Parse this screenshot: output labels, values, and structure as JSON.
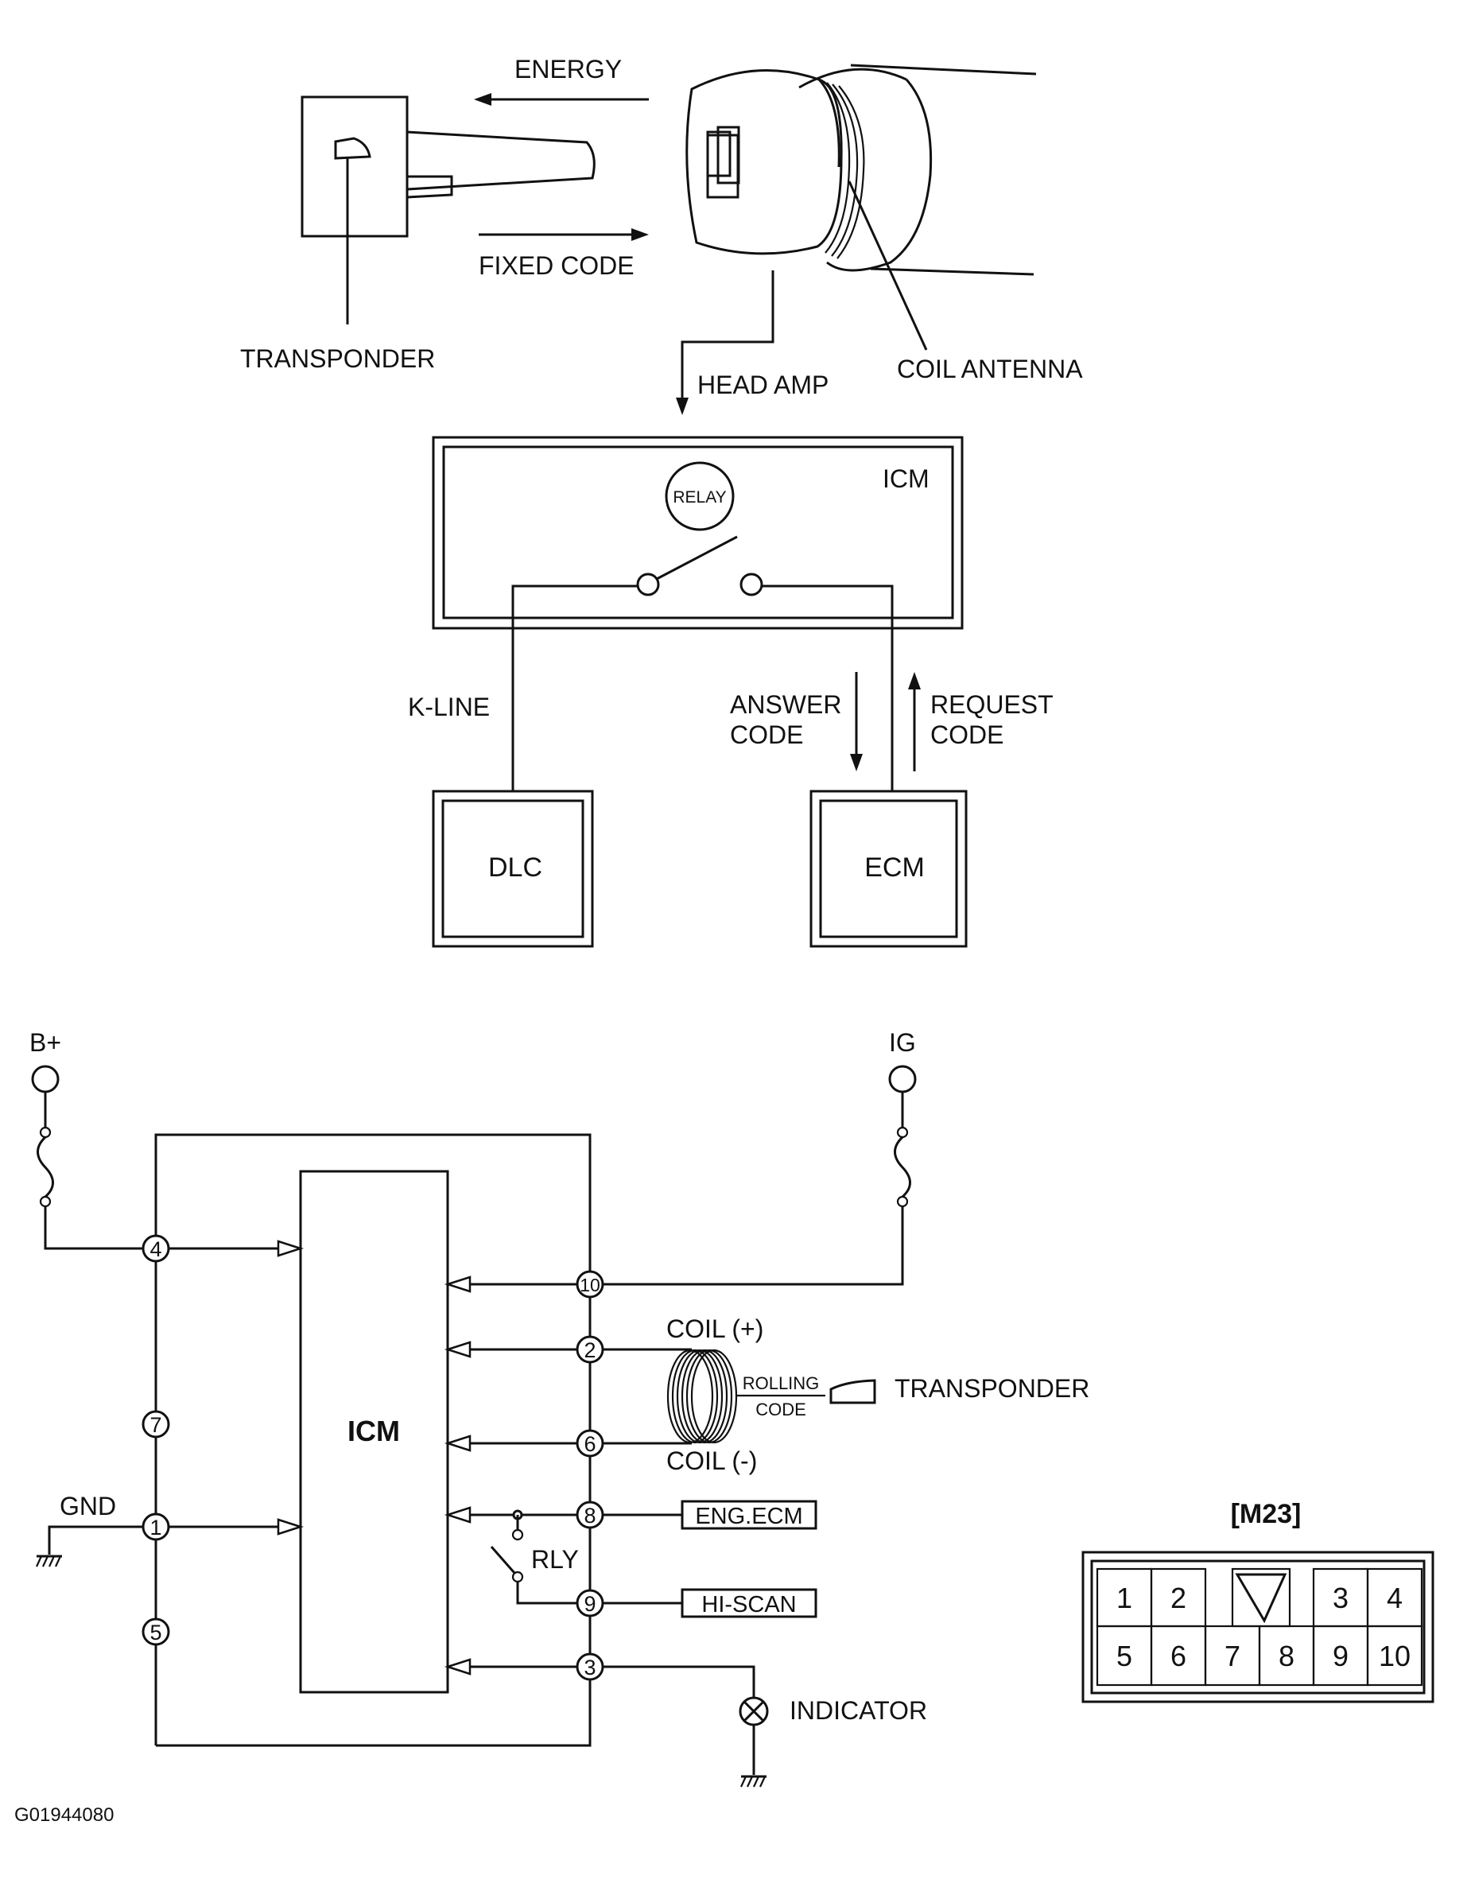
{
  "top": {
    "energy": "ENERGY",
    "fixed_code": "FIXED CODE",
    "transponder": "TRANSPONDER",
    "head_amp": "HEAD AMP",
    "coil_antenna": "COIL ANTENNA",
    "icm": "ICM",
    "relay": "RELAY",
    "k_line": "K-LINE",
    "answer_code_1": "ANSWER",
    "answer_code_2": "CODE",
    "request_code_1": "REQUEST",
    "request_code_2": "CODE",
    "dlc": "DLC",
    "ecm": "ECM"
  },
  "circuit": {
    "b_plus": "B+",
    "ig": "IG",
    "gnd": "GND",
    "icm": "ICM",
    "coil_plus": "COIL (+)",
    "coil_minus": "COIL (-)",
    "rolling": "ROLLING",
    "code": "CODE",
    "transponder": "TRANSPONDER",
    "eng_ecm": "ENG.ECM",
    "hi_scan": "HI-SCAN",
    "rly": "RLY",
    "indicator": "INDICATOR",
    "pins": {
      "p1": "1",
      "p2": "2",
      "p3": "3",
      "p4": "4",
      "p5": "5",
      "p6": "6",
      "p7": "7",
      "p8": "8",
      "p9": "9",
      "p10": "10"
    }
  },
  "connector": {
    "name": "[M23]",
    "top_row": [
      "1",
      "2",
      "3",
      "4"
    ],
    "bottom_row": [
      "5",
      "6",
      "7",
      "8",
      "9",
      "10"
    ]
  },
  "figure_id": "G01944080"
}
